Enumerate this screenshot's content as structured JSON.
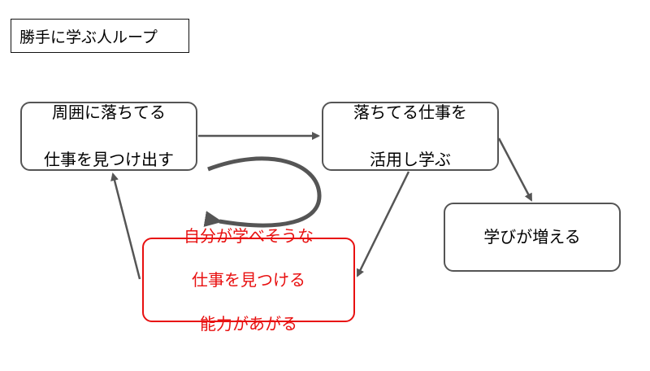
{
  "diagram": {
    "title": "勝手に学ぶ人ループ",
    "nodes": {
      "find": {
        "lines": [
          "周囲に落ちてる",
          "仕事を見つけ出す"
        ]
      },
      "use": {
        "lines": [
          "落ちてる仕事を",
          "活用し学ぶ"
        ]
      },
      "grow": {
        "lines": [
          "学びが増える"
        ]
      },
      "ability": {
        "lines": [
          "自分が学べそうな",
          "仕事を見つける",
          "能力があがる"
        ]
      }
    },
    "colors": {
      "node_border": "#555555",
      "highlight": "#e81010",
      "arrow": "#555555"
    }
  }
}
